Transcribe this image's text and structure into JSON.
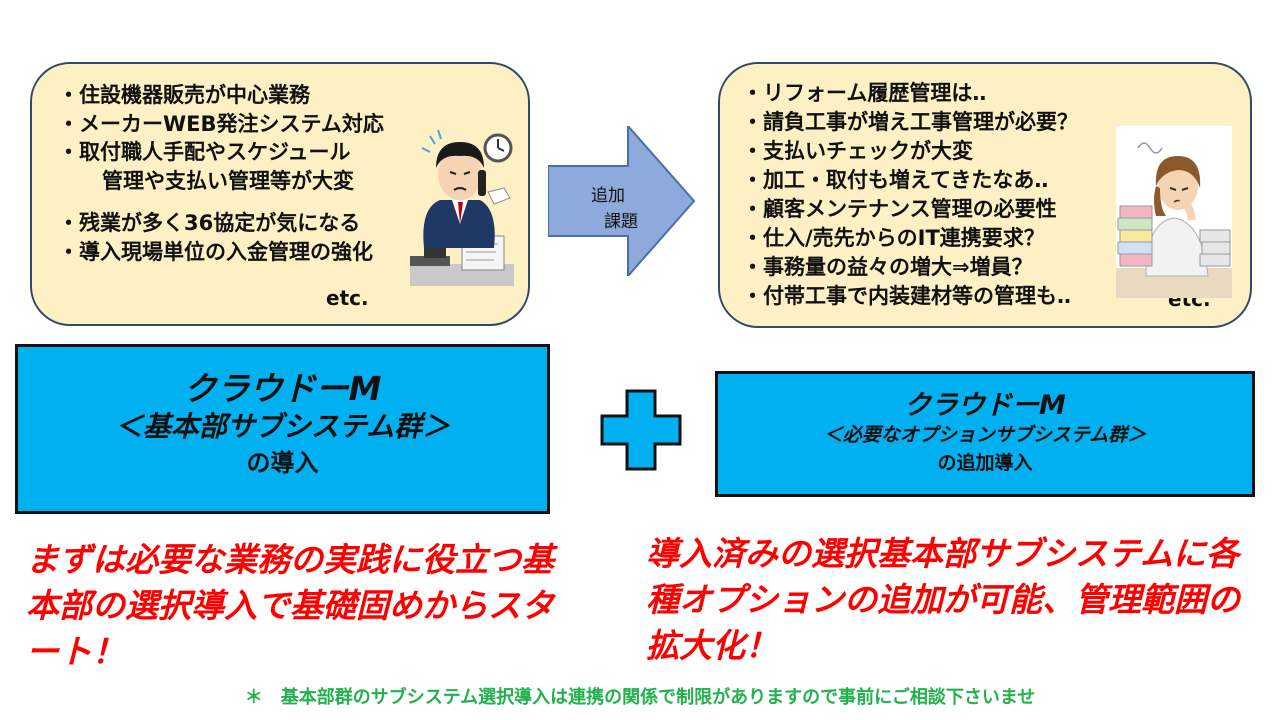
{
  "left_callout": {
    "items": [
      "・住設機器販売が中心業務",
      "・メーカーWEB発注システム対応",
      "・取付職人手配やスケジュール",
      "管理や支払い管理等が大変",
      "・残業が多く36協定が気になる",
      "・導入現場単位の入金管理の強化"
    ],
    "etc": "etc."
  },
  "arrow": {
    "line1": "追加",
    "line2": "課題",
    "color": "#8ea9db"
  },
  "right_callout": {
    "items": [
      "・リフォーム履歴管理は‥",
      "・請負工事が増え工事管理が必要？",
      "・支払いチェックが大変",
      "・加工・取付も増えてきたなあ‥",
      "・顧客メンテナンス管理の必要性",
      "・仕入/売先からのIT連携要求？",
      "・事務量の益々の増大⇒増員？",
      "・付帯工事で内装建材等の管理も‥"
    ],
    "etc": "etc."
  },
  "basic_box": {
    "title": "クラウドーM",
    "subtitle": "＜基本部サブシステム群＞",
    "tail": "の導入"
  },
  "option_box": {
    "title": "クラウドーM",
    "subtitle": "＜必要なオプションサブシステム群＞",
    "tail": "の追加導入"
  },
  "slogans": {
    "left": "まずは必要な業務の実践に役立つ基本部の選択導入で基礎固めからスタート！",
    "right": "導入済みの選択基本部サブシステムに各種オプションの追加が可能、管理範囲の拡大化！"
  },
  "footnote": "＊　基本部群のサブシステム選択導入は連携の関係で制限がありますので事前にご相談下さいませ",
  "colors": {
    "callout_bg": "#fdf0c4",
    "box_blue": "#00b0f0",
    "plus": "#00b0f0",
    "slogan_red": "#ff0000",
    "footnote_green": "#22b14c"
  }
}
